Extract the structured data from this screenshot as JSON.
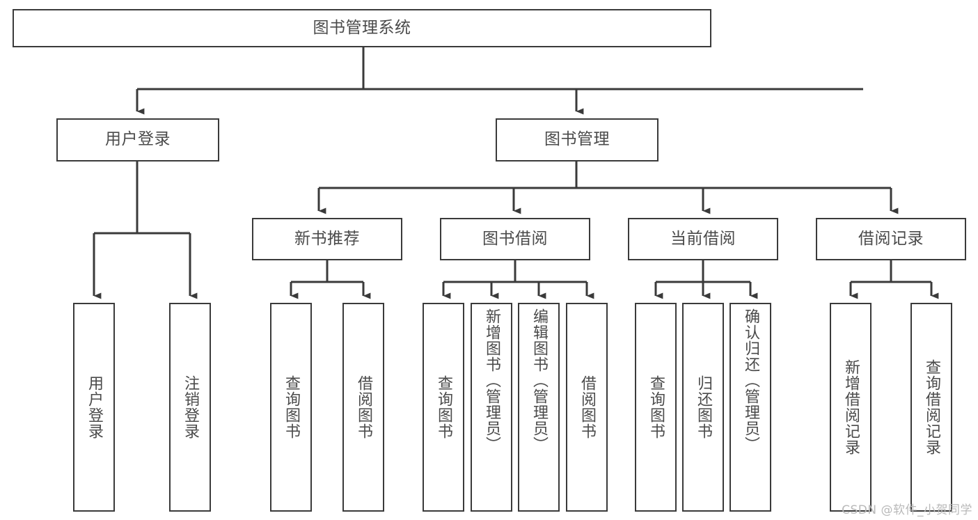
{
  "diagram": {
    "type": "tree-hierarchy-chart",
    "title": "图书管理系统",
    "stroke_color": "#3a3a3a",
    "text_color": "#4a4a4a",
    "background_color": "#ffffff"
  },
  "nodes": {
    "root": {
      "label": "图书管理系统",
      "level": 1
    },
    "user_login": {
      "label": "用户登录",
      "level": 2
    },
    "book_manage": {
      "label": "图书管理",
      "level": 2
    },
    "new_book_rec": {
      "label": "新书推荐",
      "level": 3
    },
    "book_borrow": {
      "label": "图书借阅",
      "level": 3
    },
    "current_borrow": {
      "label": "当前借阅",
      "level": 3
    },
    "borrow_record": {
      "label": "借阅记录",
      "level": 3
    },
    "leaf_user_login": {
      "label": "用户登录",
      "level": 4
    },
    "leaf_logout_login": {
      "label": "注销登录",
      "level": 4
    },
    "leaf_query_book_1": {
      "label": "查询图书",
      "level": 4
    },
    "leaf_borrow_book_1": {
      "label": "借阅图书",
      "level": 4
    },
    "leaf_query_book_2": {
      "label": "查询图书",
      "level": 4
    },
    "leaf_add_book": {
      "label": "新增图书（管理员）",
      "level": 4
    },
    "leaf_edit_book": {
      "label": "编辑图书（管理员）",
      "level": 4
    },
    "leaf_borrow_book_2": {
      "label": "借阅图书",
      "level": 4
    },
    "leaf_query_book_3": {
      "label": "查询图书",
      "level": 4
    },
    "leaf_return_book": {
      "label": "归还图书",
      "level": 4
    },
    "leaf_confirm_return": {
      "label": "确认归还（管理员）",
      "level": 4
    },
    "leaf_add_record": {
      "label": "新增借阅记录",
      "level": 4
    },
    "leaf_query_record": {
      "label": "查询借阅记录",
      "level": 4
    }
  },
  "edges": [
    {
      "from": "root",
      "to": "user_login"
    },
    {
      "from": "root",
      "to": "book_manage"
    },
    {
      "from": "user_login",
      "to": "leaf_user_login"
    },
    {
      "from": "user_login",
      "to": "leaf_logout_login"
    },
    {
      "from": "book_manage",
      "to": "new_book_rec"
    },
    {
      "from": "book_manage",
      "to": "book_borrow"
    },
    {
      "from": "book_manage",
      "to": "current_borrow"
    },
    {
      "from": "book_manage",
      "to": "borrow_record"
    },
    {
      "from": "new_book_rec",
      "to": "leaf_query_book_1"
    },
    {
      "from": "new_book_rec",
      "to": "leaf_borrow_book_1"
    },
    {
      "from": "book_borrow",
      "to": "leaf_query_book_2"
    },
    {
      "from": "book_borrow",
      "to": "leaf_add_book"
    },
    {
      "from": "book_borrow",
      "to": "leaf_edit_book"
    },
    {
      "from": "book_borrow",
      "to": "leaf_borrow_book_2"
    },
    {
      "from": "current_borrow",
      "to": "leaf_query_book_3"
    },
    {
      "from": "current_borrow",
      "to": "leaf_return_book"
    },
    {
      "from": "current_borrow",
      "to": "leaf_confirm_return"
    },
    {
      "from": "borrow_record",
      "to": "leaf_add_record"
    },
    {
      "from": "borrow_record",
      "to": "leaf_query_record"
    }
  ],
  "watermark": {
    "text": "CSDN @软件_小贺同学"
  }
}
